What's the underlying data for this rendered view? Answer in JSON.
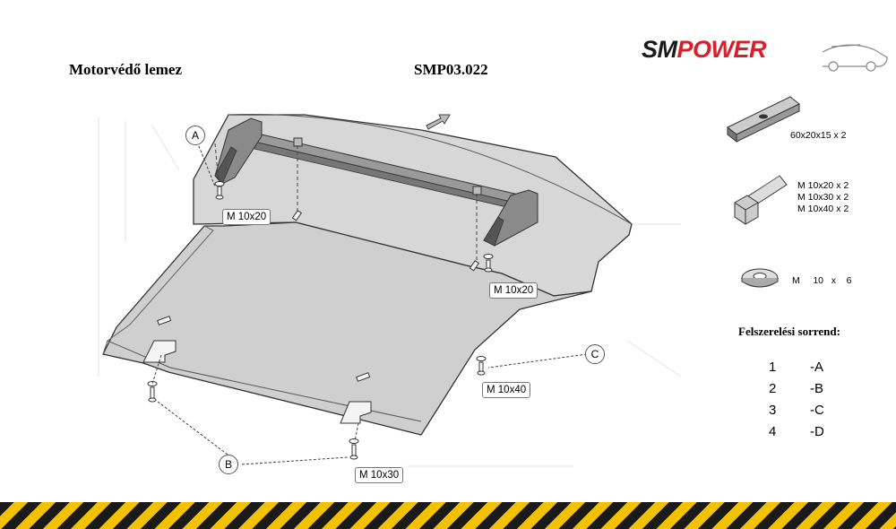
{
  "header": {
    "part_name": "Motorvédő lemez",
    "part_code": "SMP03.022"
  },
  "logo": {
    "text_sm": "SM",
    "text_power": "POWER",
    "colors": {
      "sm": "#1a1a1a",
      "power": "#d8202a"
    }
  },
  "callouts": {
    "A": "A",
    "B": "B",
    "C": "C"
  },
  "bolt_labels": {
    "top_left": "M 10x20",
    "top_right": "M 10x20",
    "right": "M 10x40",
    "bottom": "M 10x30"
  },
  "parts": {
    "bracket": "60x20x15  x 2",
    "bolts": [
      "M 10x20 x 2",
      "M 10x30 x 2",
      "M 10x40 x 2"
    ],
    "washer_size": "M     10   x    6"
  },
  "sequence": {
    "title": "Felszerelési sorrend:",
    "steps": [
      {
        "num": "1",
        "letter": "-A"
      },
      {
        "num": "2",
        "letter": "-B"
      },
      {
        "num": "3",
        "letter": "-C"
      },
      {
        "num": "4",
        "letter": "-D"
      }
    ]
  },
  "colors": {
    "plate_fill": "#d9d9d9",
    "plate_stroke": "#333333",
    "hazard_yellow": "#f2c200",
    "hazard_black": "#1a1a1a"
  }
}
